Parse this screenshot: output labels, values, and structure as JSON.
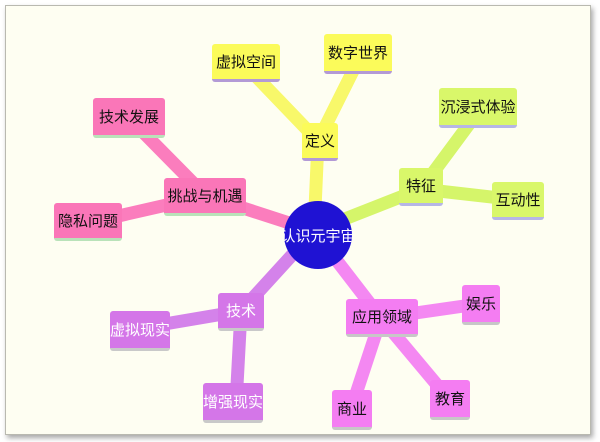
{
  "mindmap": {
    "center": "认识元宇宙",
    "branches": [
      {
        "label": "定义",
        "children": [
          "虚拟空间",
          "数字世界"
        ]
      },
      {
        "label": "特征",
        "children": [
          "沉浸式体验",
          "互动性"
        ]
      },
      {
        "label": "挑战与机遇",
        "children": [
          "技术发展",
          "隐私问题"
        ]
      },
      {
        "label": "技术",
        "children": [
          "虚拟现实",
          "增强现实"
        ]
      },
      {
        "label": "应用领域",
        "children": [
          "娱乐",
          "教育",
          "商业"
        ]
      }
    ]
  },
  "colors": {
    "background": "#fefef2",
    "center": "#1f12d3",
    "yellow_branch": "#fbfb5a",
    "lime_branch": "#d9f76a",
    "pink_branch": "#fa76b8",
    "purple_branch": "#d476e8",
    "magenta_branch": "#f47df2"
  }
}
